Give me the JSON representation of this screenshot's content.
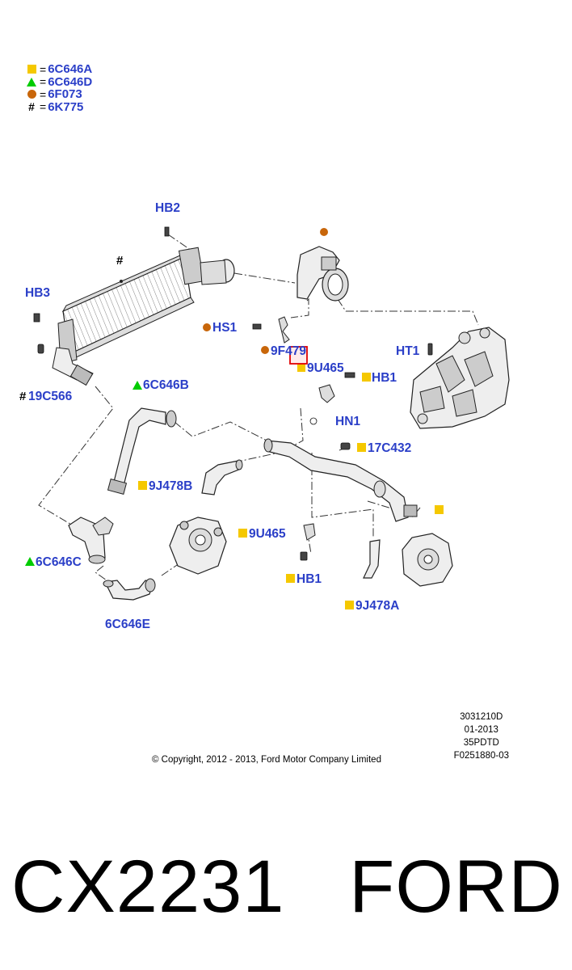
{
  "legend": [
    {
      "symbol": "square",
      "color": "#f5c800",
      "code": "6C646A"
    },
    {
      "symbol": "triangle",
      "color": "#00cc00",
      "code": "6C646D"
    },
    {
      "symbol": "circle",
      "color": "#c8660a",
      "code": "6F073"
    },
    {
      "symbol": "hash",
      "color": "#000000",
      "code": "6K775"
    }
  ],
  "legend_eq": "=",
  "labels": {
    "hb2": "HB2",
    "hash_intercooler": "#",
    "hb3": "HB3",
    "hs1": "HS1",
    "f9f479": "9F479",
    "ht1": "HT1",
    "u9u465_top": "9U465",
    "hb1_top": "HB1",
    "hash_19c566": "#",
    "c19c566": "19C566",
    "c6c646b": "6C646B",
    "hn1": "HN1",
    "c17c432": "17C432",
    "j9j478b": "9J478B",
    "u9u465_bot": "9U465",
    "c6c646c": "6C646C",
    "hb1_bot": "HB1",
    "c6c646e": "6C646E",
    "j9j478a": "9J478A"
  },
  "info": {
    "line1": "3031210D",
    "line2": "01-2013",
    "line3": "35PDTD",
    "line4": "F0251880-03"
  },
  "copyright": "© Copyright, 2012 - 2013, Ford Motor Company Limited",
  "footer": "CX2231   FORD",
  "colors": {
    "label_blue": "#2b3fc8",
    "marker_yellow": "#f5c800",
    "marker_green": "#00cc00",
    "marker_orange": "#c8660a",
    "highlight_red": "#e00000"
  }
}
